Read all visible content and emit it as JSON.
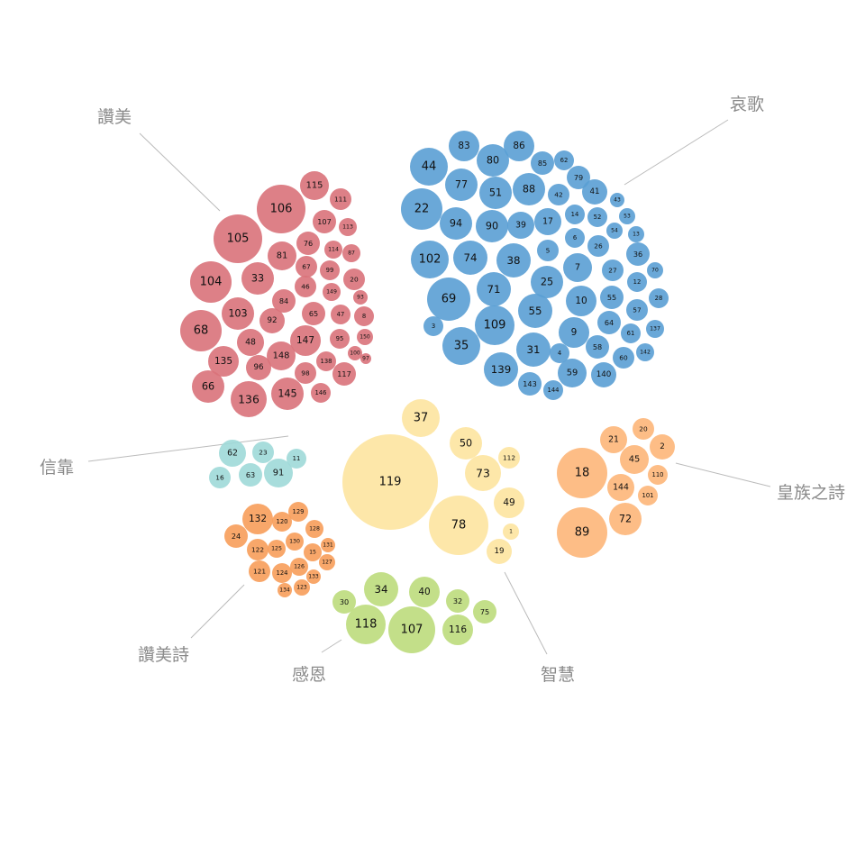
{
  "chart_data": {
    "type": "bubble",
    "groups": [
      {
        "name": "哀歌",
        "color": "#5a9fd4",
        "items": [
          "83",
          "86",
          "44",
          "80",
          "85",
          "62",
          "79",
          "77",
          "51",
          "88",
          "42",
          "41",
          "43",
          "22",
          "94",
          "90",
          "39",
          "17",
          "14",
          "52",
          "53",
          "54",
          "13",
          "6",
          "26",
          "36",
          "102",
          "74",
          "38",
          "5",
          "7",
          "27",
          "70",
          "12",
          "69",
          "71",
          "25",
          "10",
          "55",
          "28",
          "3",
          "55",
          "57",
          "109",
          "9",
          "64",
          "61",
          "137",
          "35",
          "31",
          "4",
          "58",
          "60",
          "142",
          "139",
          "59",
          "140",
          "143",
          "144"
        ]
      },
      {
        "name": "讚美",
        "color": "#d9727a",
        "items": [
          "115",
          "111",
          "106",
          "107",
          "113",
          "105",
          "76",
          "114",
          "87",
          "81",
          "67",
          "99",
          "33",
          "20",
          "104",
          "46",
          "149",
          "93",
          "84",
          "65",
          "47",
          "8",
          "103",
          "92",
          "68",
          "147",
          "95",
          "150",
          "48",
          "100",
          "148",
          "138",
          "97",
          "135",
          "96",
          "98",
          "117",
          "66",
          "136",
          "145",
          "146"
        ]
      },
      {
        "name": "皇族之詩",
        "color": "#fdb679",
        "items": [
          "20",
          "21",
          "2",
          "45",
          "18",
          "110",
          "144",
          "101",
          "89",
          "72"
        ]
      },
      {
        "name": "智慧",
        "color": "#fde4a0",
        "items": [
          "37",
          "50",
          "112",
          "73",
          "119",
          "49",
          "78",
          "1",
          "19"
        ]
      },
      {
        "name": "信靠",
        "color": "#9ed9d8",
        "items": [
          "62",
          "23",
          "11",
          "16",
          "63",
          "91"
        ]
      },
      {
        "name": "讚美詩",
        "color": "#f79d5a",
        "items": [
          "132",
          "129",
          "120",
          "128",
          "24",
          "130",
          "131",
          "122",
          "125",
          "15",
          "127",
          "121",
          "124",
          "126",
          "133",
          "134",
          "123"
        ]
      },
      {
        "name": "感恩",
        "color": "#bcdc7c",
        "items": [
          "34",
          "40",
          "30",
          "32",
          "75",
          "118",
          "107",
          "116"
        ]
      }
    ]
  }
}
